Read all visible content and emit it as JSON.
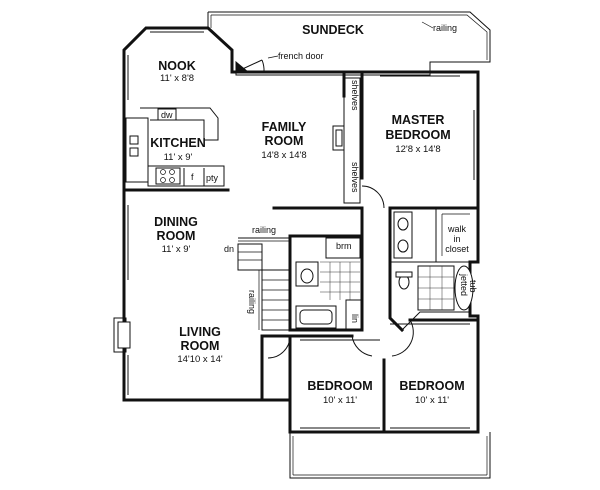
{
  "rooms": {
    "sundeck": {
      "name": "SUNDECK"
    },
    "nook": {
      "name": "NOOK",
      "dim": "11' x 8'8"
    },
    "kitchen": {
      "name": "KITCHEN",
      "dim": "11' x 9'"
    },
    "family": {
      "name1": "FAMILY",
      "name2": "ROOM",
      "dim": "14'8 x 14'8"
    },
    "master": {
      "name1": "MASTER",
      "name2": "BEDROOM",
      "dim": "12'8 x 14'8"
    },
    "dining": {
      "name1": "DINING",
      "name2": "ROOM",
      "dim": "11' x 9'"
    },
    "living": {
      "name1": "LIVING",
      "name2": "ROOM",
      "dim": "14'10 x 14'"
    },
    "bedroom1": {
      "name": "BEDROOM",
      "dim": "10' x 11'"
    },
    "bedroom2": {
      "name": "BEDROOM",
      "dim": "10' x 11'"
    }
  },
  "labels": {
    "railing_deck": "railing",
    "french_door": "french door",
    "shelves": "shelves",
    "dw": "dw",
    "f": "f",
    "pty": "pty",
    "railing_stair": "railing",
    "dn": "dn",
    "brm": "brm",
    "walk": "walk",
    "in": "in",
    "closet": "closet",
    "jetted": "jetted",
    "tub": "tub",
    "lin": "lin",
    "railing_side": "railing"
  }
}
